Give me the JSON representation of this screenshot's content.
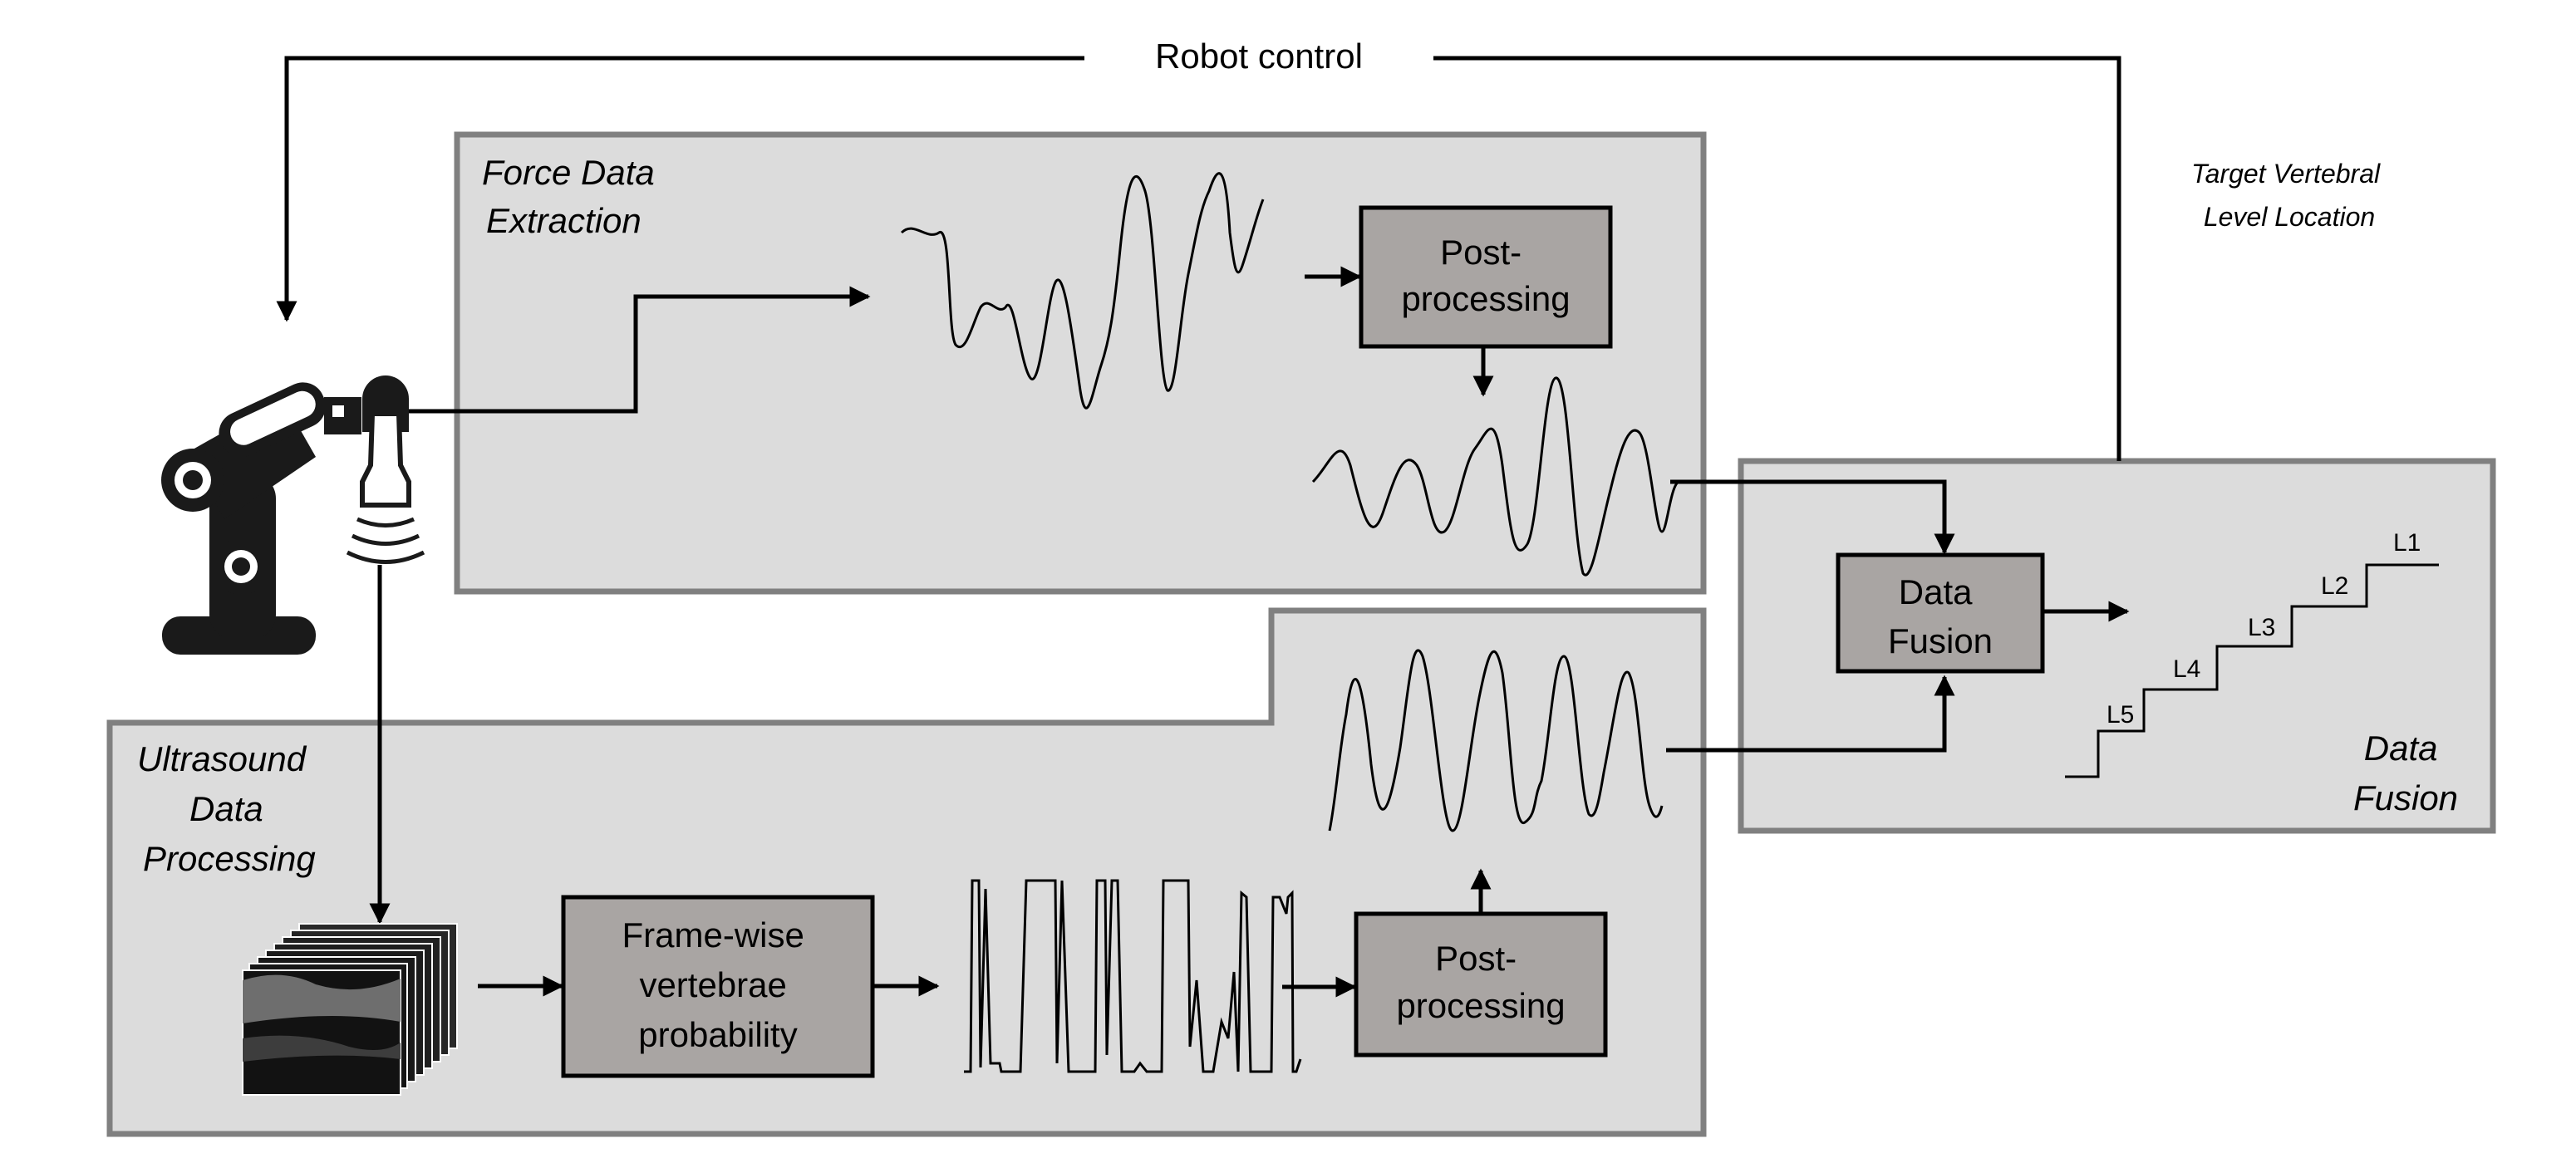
{
  "robot_control": "Robot control",
  "target_label": [
    "Target Vertebral",
    "Level Location"
  ],
  "force_section": {
    "title": [
      "Force Data",
      "Extraction"
    ],
    "post": [
      "Post-",
      "processing"
    ]
  },
  "us_section": {
    "title": [
      "Ultrasound",
      "Data",
      "Processing"
    ],
    "framewise": [
      "Frame-wise",
      "vertebrae",
      "probability"
    ],
    "post": [
      "Post-",
      "processing"
    ]
  },
  "fusion_section": {
    "box": [
      "Data",
      "Fusion"
    ],
    "title": [
      "Data",
      "Fusion"
    ],
    "levels": [
      "L5",
      "L4",
      "L3",
      "L2",
      "L1"
    ]
  },
  "colors": {
    "panel": "#dcdcdc",
    "panel_border": "#808080",
    "box": "#a9a5a3",
    "line": "#000000"
  }
}
